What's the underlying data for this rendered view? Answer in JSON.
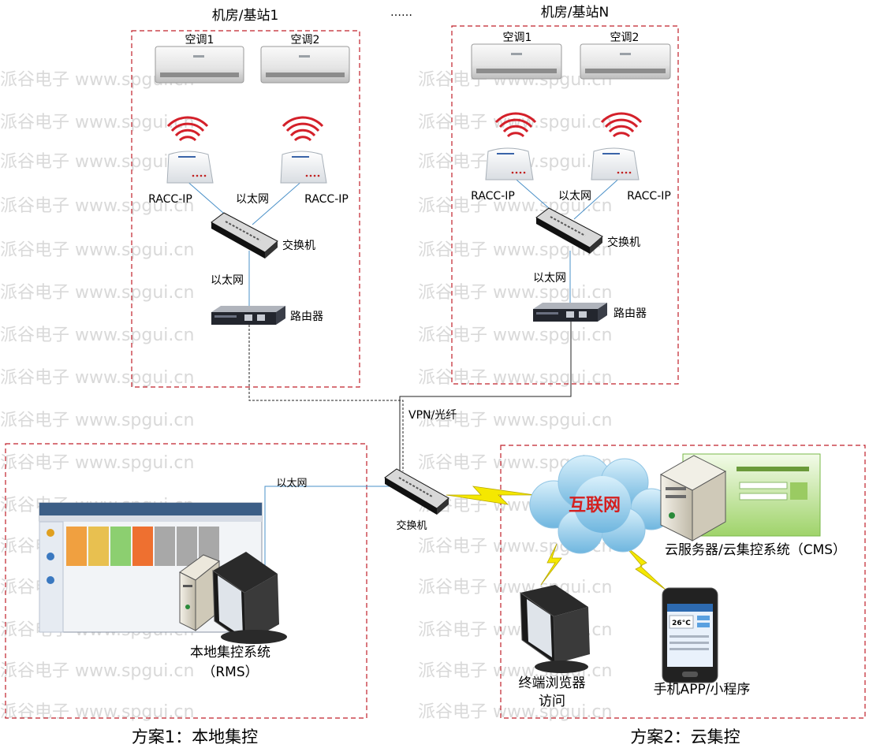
{
  "site1": {
    "title": "机房/基站1",
    "ac1": "空调1",
    "ac2": "空调2",
    "racc_left": "RACC-IP",
    "racc_right": "RACC-IP",
    "ethernet_top": "以太网",
    "switch": "交换机",
    "ethernet_mid": "以太网",
    "router": "路由器"
  },
  "ellipsis": "……",
  "siteN": {
    "title": "机房/基站N",
    "ac1": "空调1",
    "ac2": "空调2",
    "racc_left": "RACC-IP",
    "racc_right": "RACC-IP",
    "ethernet_top": "以太网",
    "switch": "交换机",
    "ethernet_mid": "以太网",
    "router": "路由器"
  },
  "link_label": "VPN/光纤",
  "central": {
    "switch": "交换机",
    "ethernet": "以太网"
  },
  "local": {
    "rms_line1": "本地集控系统",
    "rms_line2": "（RMS）",
    "caption": "方案1：本地集控"
  },
  "cloud": {
    "internet": "互联网",
    "server": "云服务器/云集控系统（CMS）",
    "browser_line1": "终端浏览器",
    "browser_line2": "访问",
    "phone": "手机APP/小程序",
    "phone_temp": "26°C",
    "caption": "方案2：云集控"
  },
  "watermark": "派谷电子  www.spgui.cn",
  "colors": {
    "dashed_border": "#c0202a",
    "wifi": "#d4202a",
    "link_line": "#4a90c8",
    "lightning": "#f5e800",
    "internet_text": "#d42020"
  }
}
